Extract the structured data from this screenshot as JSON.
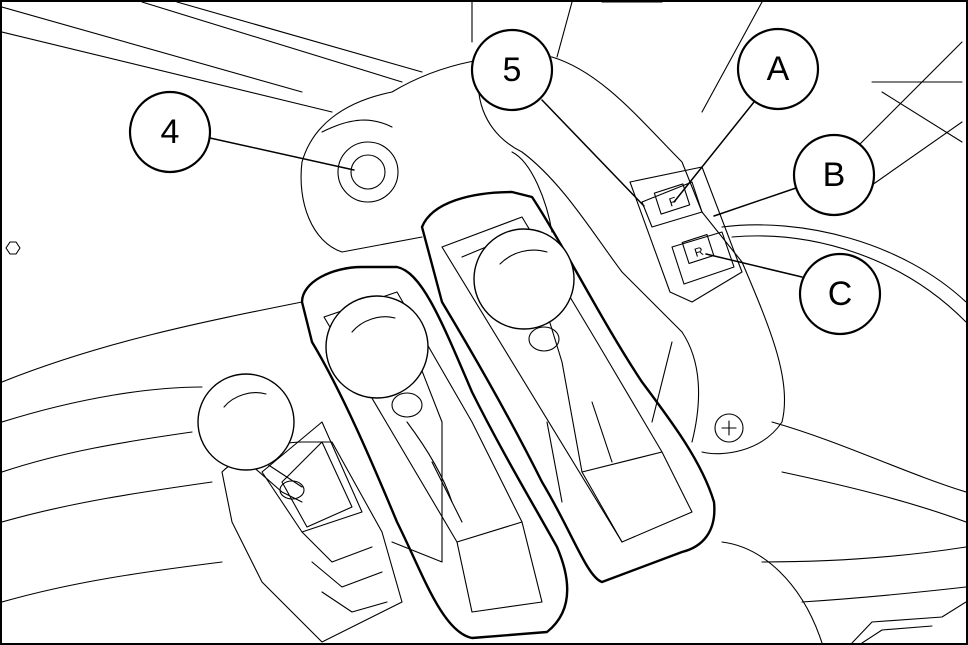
{
  "callouts": {
    "c4": "4",
    "c5": "5",
    "cA": "A",
    "cB": "B",
    "cC": "C"
  },
  "switches": {
    "upper_switch_glyph": "F",
    "lower_switch_glyph": "R"
  },
  "colors": {
    "line": "#000000",
    "background": "#ffffff"
  }
}
